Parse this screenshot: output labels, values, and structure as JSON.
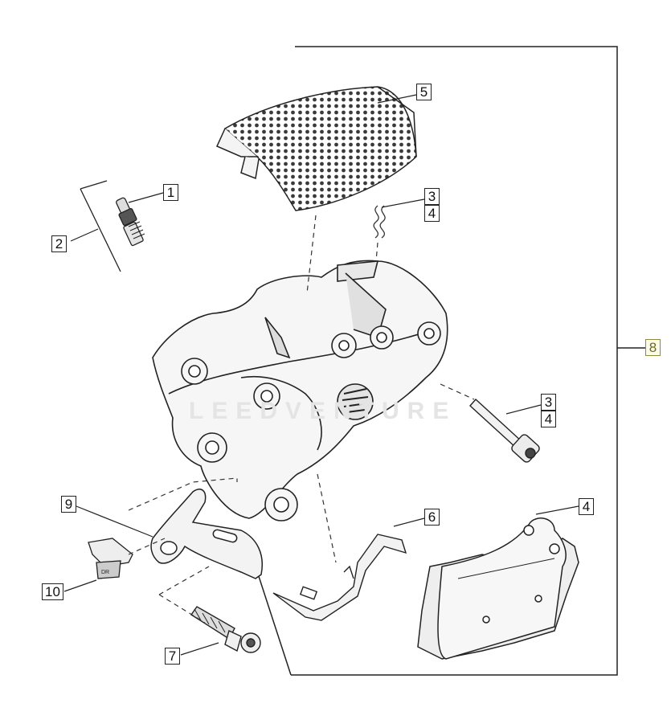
{
  "diagram": {
    "callouts": [
      {
        "id": "c1",
        "number": "1"
      },
      {
        "id": "c2",
        "number": "2"
      },
      {
        "id": "c3a",
        "number": "3"
      },
      {
        "id": "c4a",
        "number": "4"
      },
      {
        "id": "c3b",
        "number": "3"
      },
      {
        "id": "c4b",
        "number": "4"
      },
      {
        "id": "c4c",
        "number": "4"
      },
      {
        "id": "c5",
        "number": "5"
      },
      {
        "id": "c6",
        "number": "6"
      },
      {
        "id": "c7",
        "number": "7"
      },
      {
        "id": "c8",
        "number": "8"
      },
      {
        "id": "c9",
        "number": "9"
      },
      {
        "id": "c10",
        "number": "10"
      }
    ],
    "watermark": "LEEDVENTURE",
    "colors": {
      "line": "#222222",
      "kit_label": "#8b8b3a",
      "part_fill": "#f4f4f4"
    }
  }
}
